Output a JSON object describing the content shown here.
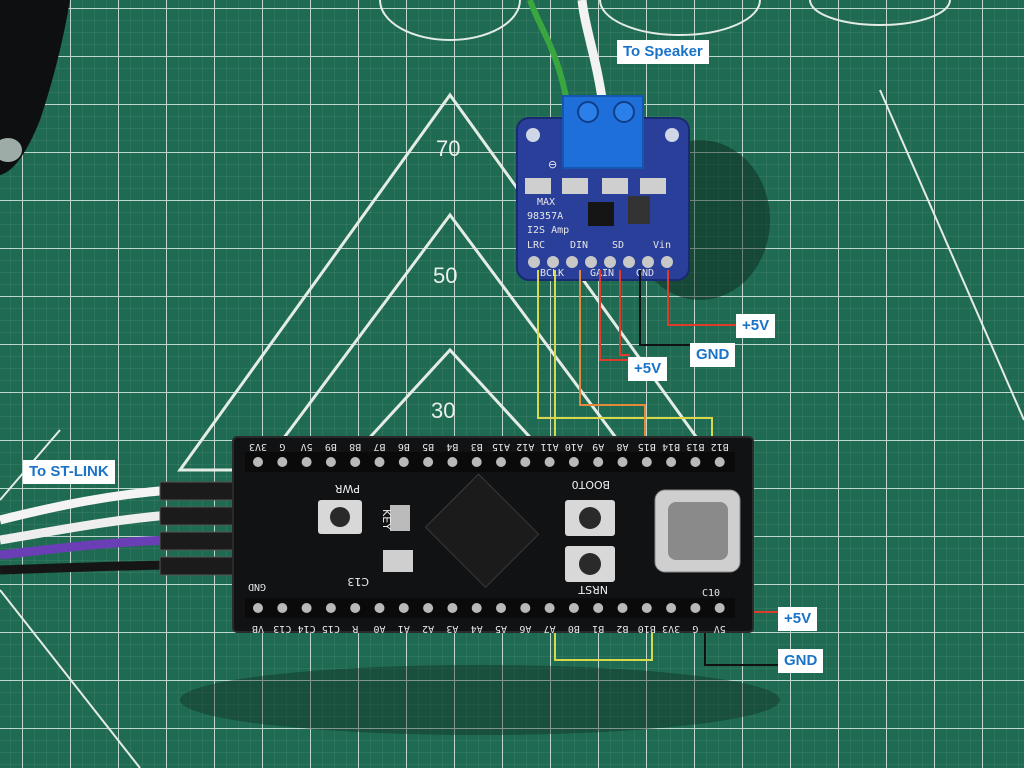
{
  "annotations": {
    "to_speaker": "To Speaker",
    "to_stlink": "To ST-LINK",
    "amp_vin": "+5V",
    "amp_gnd": "GND",
    "amp_gain": "+5V",
    "board_5v": "+5V",
    "board_gnd": "GND"
  },
  "mat": {
    "angle_marks": [
      "70",
      "50",
      "30"
    ]
  },
  "amp_board": {
    "chip_name": "MAX",
    "part_number": "98357A",
    "function": "I2S Amp",
    "pins_top_row": [
      "LRC",
      "DIN",
      "SD",
      "Vin"
    ],
    "pins_bottom_row": [
      "BCLK",
      "GAIN",
      "GND"
    ],
    "terminal_minus": "⊖"
  },
  "blackpill": {
    "top_pins": [
      "3V3",
      "G",
      "5V",
      "B9",
      "B8",
      "B7",
      "B6",
      "B5",
      "B4",
      "B3",
      "A15",
      "A12",
      "A11",
      "A10",
      "A9",
      "A8",
      "B15",
      "B14",
      "B13",
      "B12"
    ],
    "bottom_pins": [
      "VB",
      "C13",
      "C14",
      "C15",
      "R",
      "A0",
      "A1",
      "A2",
      "A3",
      "A4",
      "A5",
      "A6",
      "A7",
      "B0",
      "B1",
      "B2",
      "B10",
      "3V3",
      "G",
      "5V"
    ],
    "button_boot": "BOOT0",
    "button_reset": "NRST",
    "label_pwr": "PWR",
    "label_key": "KEY",
    "label_c13": "C13",
    "label_c10": "C10",
    "label_gnd": "GND"
  },
  "colors": {
    "mat_green": "#1f6a52",
    "grid_line": "#d9e6df",
    "amp_blue": "#2a3f9a",
    "terminal_blue": "#1e6fd9",
    "wire_red": "#e03a2a",
    "wire_black": "#111111",
    "wire_yellow": "#d7d94a",
    "wire_orange": "#e48a3a",
    "label_text": "#1a73c8"
  }
}
